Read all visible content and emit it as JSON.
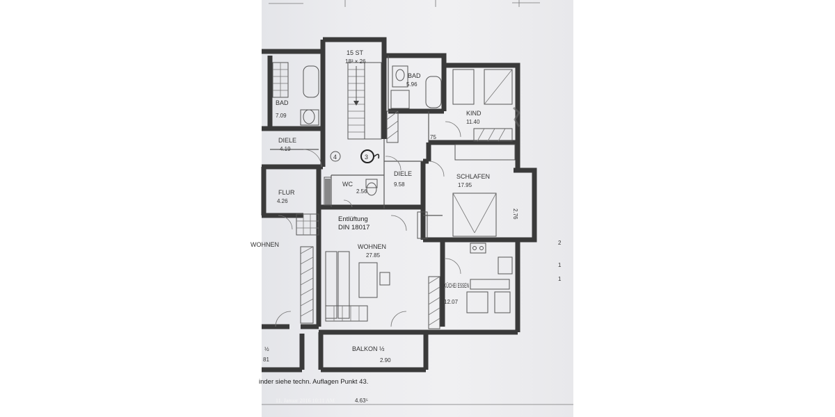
{
  "plan": {
    "rooms": [
      {
        "key": "bad_left",
        "name": "BAD",
        "area": "7.09"
      },
      {
        "key": "diele_left",
        "name": "DIELE",
        "area": "4.19"
      },
      {
        "key": "flur",
        "name": "FLUR",
        "area": "4.26"
      },
      {
        "key": "wohnen_left",
        "name": "WOHNEN",
        "area": ""
      },
      {
        "key": "bad_right",
        "name": "BAD",
        "area": "5.96"
      },
      {
        "key": "kind",
        "name": "KIND",
        "area": "11.40"
      },
      {
        "key": "diele_right",
        "name": "DIELE",
        "area": "9.58"
      },
      {
        "key": "wc",
        "name": "WC",
        "area": "2.56"
      },
      {
        "key": "schlafen",
        "name": "SCHLAFEN",
        "area": "17.95"
      },
      {
        "key": "wohnen",
        "name": "WOHNEN",
        "area": "27.85"
      },
      {
        "key": "kueche",
        "name": "KÜCHE/ ESSEN",
        "area": "12.07"
      },
      {
        "key": "balkon",
        "name": "BALKON ½",
        "area": "2.90"
      },
      {
        "key": "balkon_left",
        "name": "½",
        "area": "81"
      }
    ],
    "stair_label": "15 ST",
    "stair_dims": "18³ × 26",
    "unit_numbers": [
      "4",
      "3"
    ],
    "ventilation_line1": "Entlüftung",
    "ventilation_line2": "DIN 18017",
    "dim_75": "75",
    "dim_276": "2.76",
    "bottom_dim": "4.63⁵",
    "note": "inder siehe techn. Auflagen Punkt 43.",
    "margin_marks": [
      "2",
      "1",
      "1"
    ],
    "timestamp": "11. Januar 2016 10:11 AM"
  }
}
